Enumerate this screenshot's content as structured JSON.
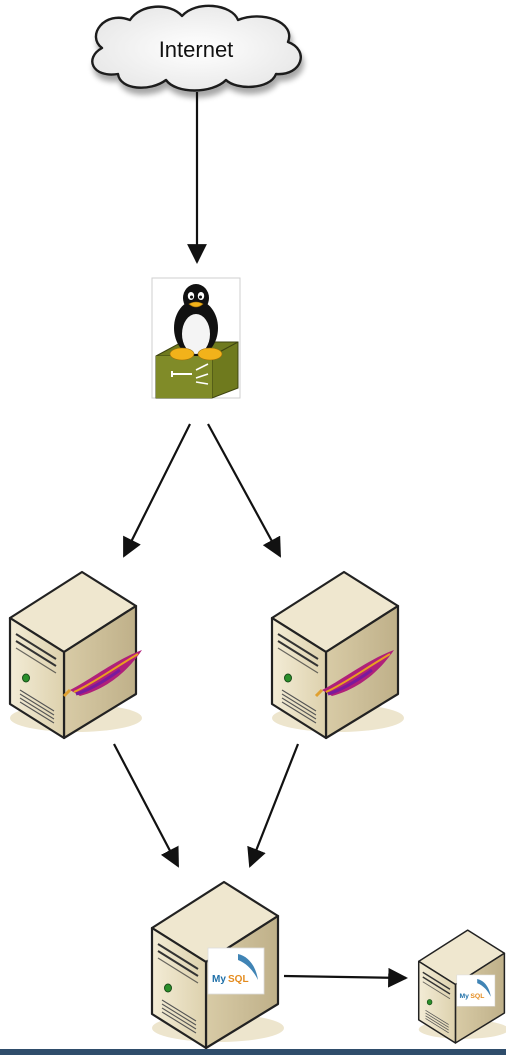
{
  "nodes": {
    "internet": {
      "label": "Internet"
    },
    "mysql_primary": {
      "logo_my": "My",
      "logo_sql": "SQL"
    },
    "mysql_replica": {
      "logo_my": "My",
      "logo_sql": "SQL"
    }
  },
  "icons": {
    "cloud": "cloud-icon",
    "router": "linux-router-icon",
    "web_server": "apache-server-icon",
    "db_server": "mysql-server-icon"
  },
  "colors": {
    "arrow": "#111111",
    "server_body": "#e9dfc2",
    "server_side": "#cfc19a",
    "router_box": "#6f7a1e",
    "apache_feather": "#b0207a",
    "mysql_blue": "#1e6fa8",
    "mysql_orange": "#e48b1e",
    "bottom_bar": "#2f4d6b"
  }
}
